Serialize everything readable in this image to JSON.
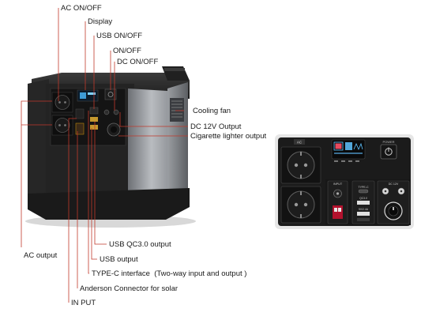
{
  "labels": {
    "ac_on_off": "AC ON/OFF",
    "display": "Display",
    "usb_on_off": "USB ON/OFF",
    "on_off": "ON/OFF",
    "dc_on_off": "DC ON/OFF",
    "cooling_fan": "Cooling fan",
    "dc_12v_output": "DC 12V Output",
    "cigarette_lighter_output": "Cigarette lighter output",
    "usb_qc30_output": "USB QC3.0 output",
    "usb_output": "USB  output",
    "type_c_interface": "TYPE-C interface  (Two-way input and output )",
    "anderson_connector": "Anderson Connector for solar",
    "input": "IN PUT",
    "ac_output": "AC output"
  },
  "panel": {
    "ac_tag": "AC",
    "power_tag": "POWER",
    "input_tag": "INPUT",
    "typec_tag": "TYPE-C",
    "qc_tag": "QC3.0",
    "usb_tag": "5V/2.4A",
    "dc_tag": "DC 12V"
  },
  "colors": {
    "leader": "#c0392b",
    "body_dark": "#2a2a2a",
    "body_side": "#8a8d91",
    "panel_black": "#1b1b1b",
    "frame_gray": "#e6e6e6"
  }
}
